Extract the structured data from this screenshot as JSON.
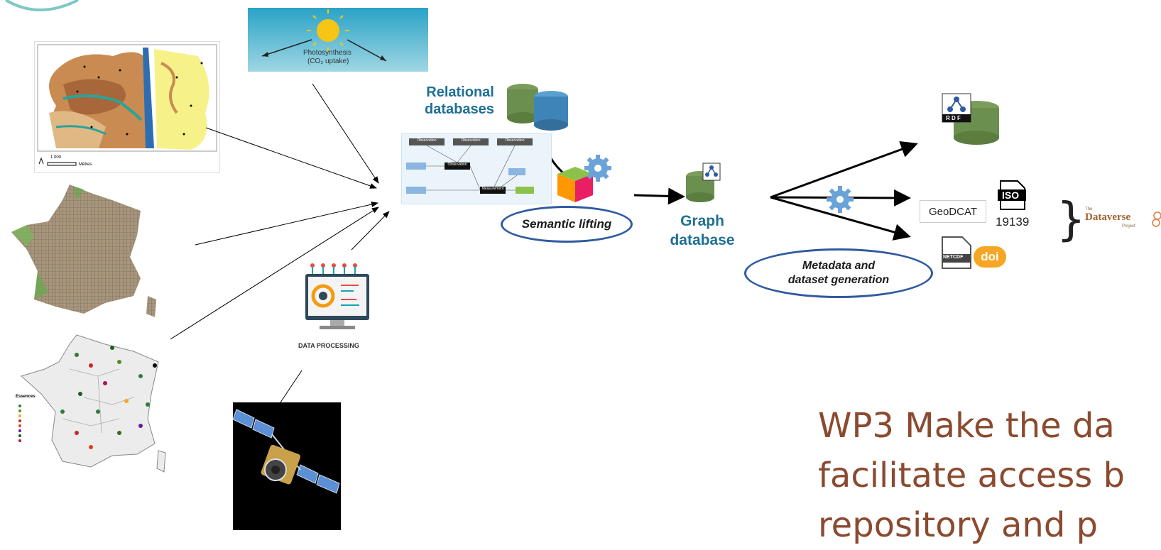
{
  "sources": {
    "photosynthesis_line1": "Photosynthesis",
    "photosynthesis_line2": "(CO₂ uptake)",
    "soil_map_scale": "1 000",
    "soil_map_unit": "Mètres",
    "species_legend_title": "Essences",
    "data_processing_label": "DATA PROCESSING"
  },
  "pipeline": {
    "relational_label_line1": "Relational",
    "relational_label_line2": "databases",
    "semantic_lifting": "Semantic lifting",
    "graph_label_line1": "Graph",
    "graph_label_line2": "database",
    "metadata_line1": "Metadata and",
    "metadata_line2": "dataset generation"
  },
  "schema_boxes": [
    "Observation",
    "Observation",
    "Observation",
    "Observation",
    "Measurement"
  ],
  "outputs": {
    "rdf_badge": "R D F",
    "geodcat": "GeoDCAT",
    "iso_badge": "ISO",
    "iso_number": "19139",
    "netcdf": "NETCDF",
    "doi": "doi",
    "brace": "}",
    "dataverse_small": "The",
    "dataverse": "Dataverse",
    "dataverse_project": "Project"
  },
  "title_lines": [
    "WP3 Make the da",
    "facilitate access b",
    "repository and p"
  ],
  "colors": {
    "title": "#8b4a2f",
    "relational_label": "#1f6f94",
    "ellipse_stroke": "#2f5aa0"
  }
}
